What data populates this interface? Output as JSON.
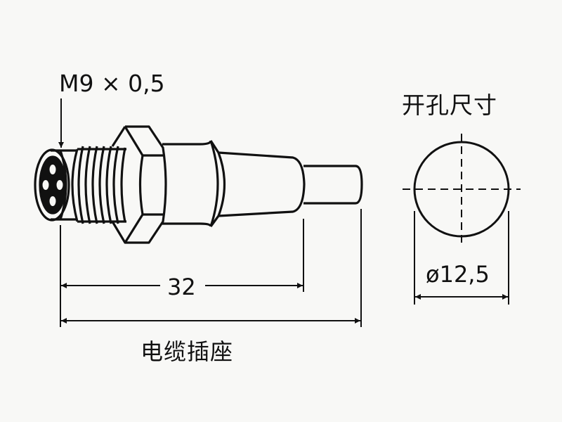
{
  "drawing": {
    "background": "#f8f8f6",
    "line_color": "#111111",
    "thread_spec": "M9 × 0,5",
    "connector_pins": 4,
    "length_dimension": "32",
    "overall_length_dimension": "",
    "component_name": "电缆插座",
    "cutout": {
      "title": "开孔尺寸",
      "diameter": "ø12,5"
    }
  }
}
